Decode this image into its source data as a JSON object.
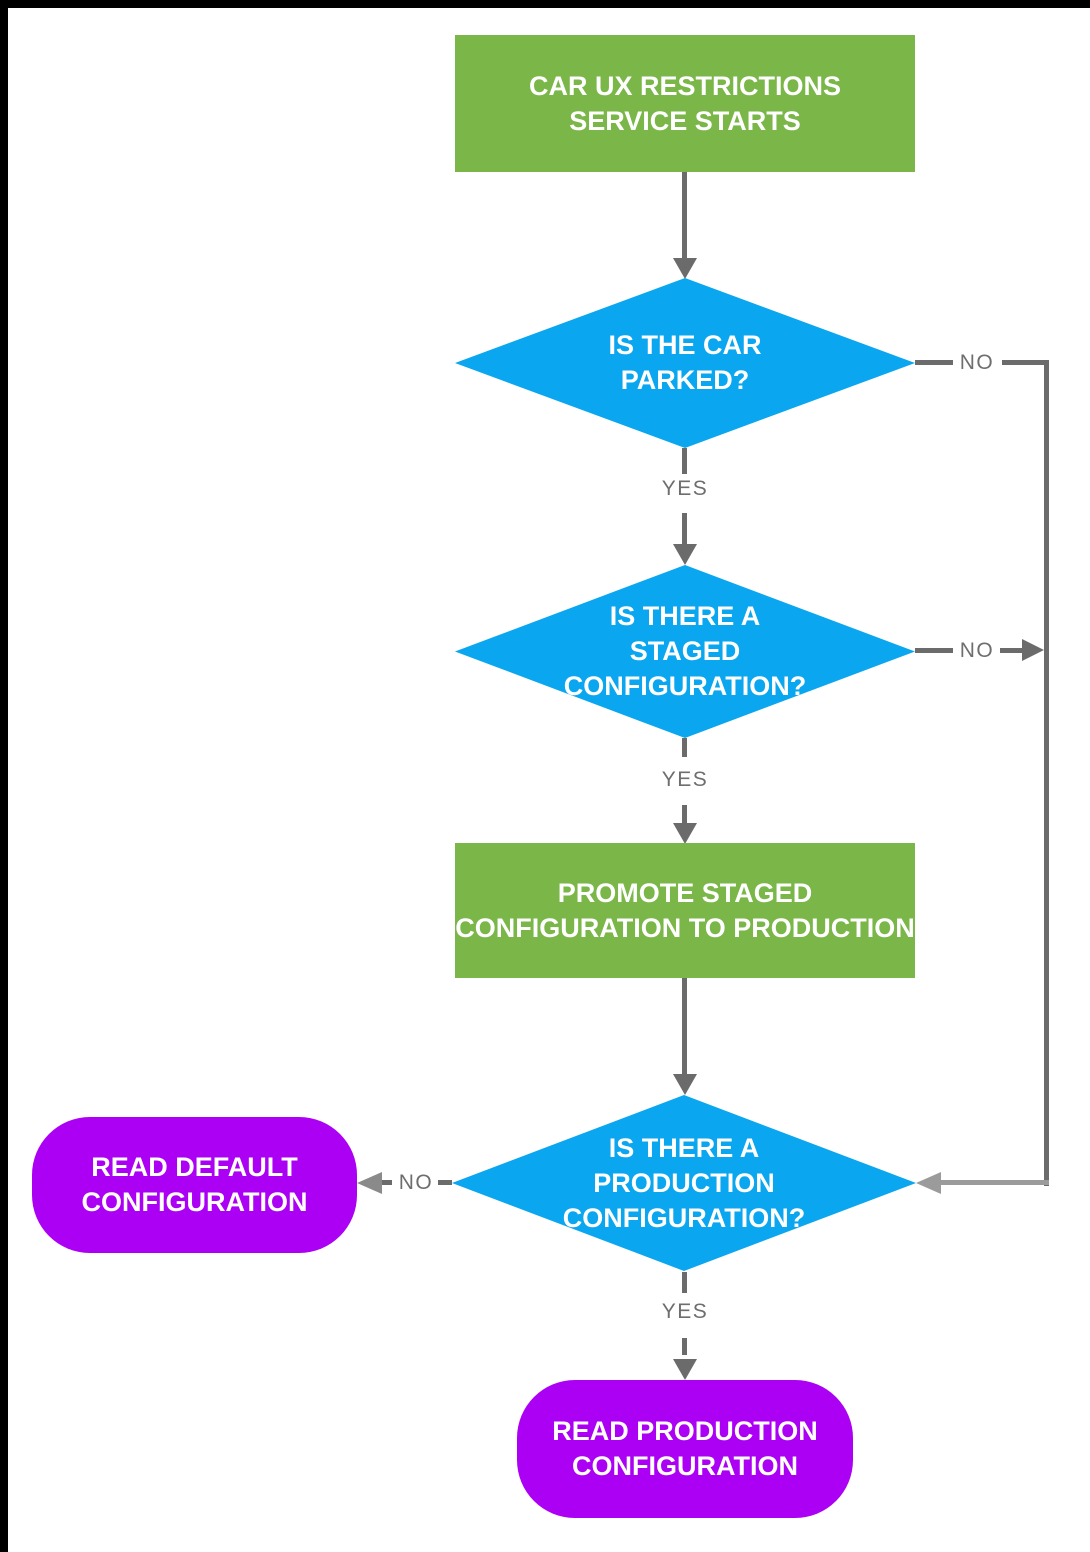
{
  "colors": {
    "background": "#FFFFFF",
    "frame": "#000000",
    "process_fill": "#7AB648",
    "decision_fill": "#0AA6EF",
    "terminal_fill": "#AC00F5",
    "node_text": "#FFFFFF",
    "connector": "#6B6B6B",
    "connector_light": "#9B9B9B",
    "connector_mid": "#8A8A8A",
    "edge_label": "#6E6E6E"
  },
  "nodes": {
    "start": {
      "type": "process",
      "label": "CAR UX RESTRICTIONS\nSERVICE STARTS"
    },
    "is_parked": {
      "type": "decision",
      "label": "IS THE CAR\nPARKED?"
    },
    "has_staged": {
      "type": "decision",
      "label": "IS THERE A\nSTAGED\nCONFIGURATION?"
    },
    "promote": {
      "type": "process",
      "label": "PROMOTE STAGED\nCONFIGURATION TO PRODUCTION"
    },
    "has_production": {
      "type": "decision",
      "label": "IS THERE A\nPRODUCTION\nCONFIGURATION?"
    },
    "read_default": {
      "type": "terminal",
      "label": "READ DEFAULT\nCONFIGURATION"
    },
    "read_production": {
      "type": "terminal",
      "label": "READ PRODUCTION\nCONFIGURATION"
    }
  },
  "edge_labels": {
    "parked_yes": "YES",
    "parked_no": "NO",
    "staged_yes": "YES",
    "staged_no": "NO",
    "production_yes": "YES",
    "production_no": "NO"
  }
}
